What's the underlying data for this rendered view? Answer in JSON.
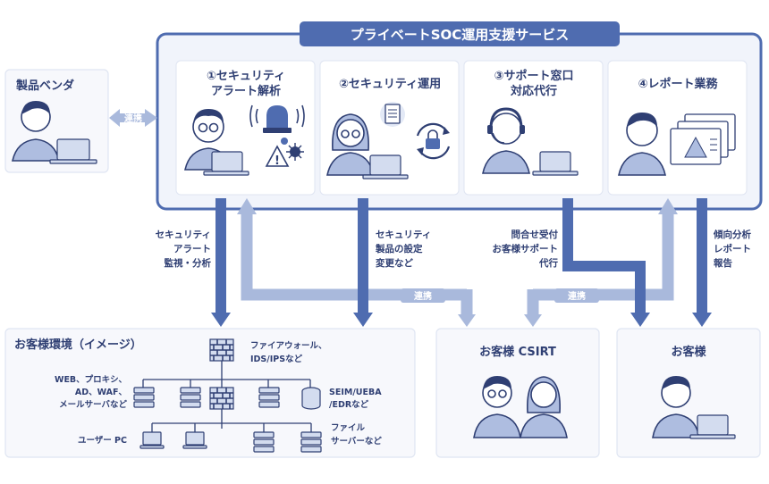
{
  "service": {
    "title": "プライベートSOC運用支援サービス"
  },
  "vendor": {
    "title": "製品ベンダ"
  },
  "badges": {
    "vendor_link": "連携",
    "link_left": "連携",
    "link_right": "連携"
  },
  "services": [
    {
      "line1": "①セキュリティ",
      "line2": "アラート解析"
    },
    {
      "line1": "②セキュリティ運用",
      "line2": ""
    },
    {
      "line1": "③サポート窓口",
      "line2": "対応代行"
    },
    {
      "line1": "④レポート業務",
      "line2": ""
    }
  ],
  "flows": {
    "f1": [
      "セキュリティ",
      "アラート",
      "監視・分析"
    ],
    "f2": [
      "セキュリティ",
      "製品の設定",
      "変更など"
    ],
    "f3": [
      "問合せ受付",
      "お客様サポート",
      "代行"
    ],
    "f4": [
      "傾向分析",
      "レポート",
      "報告"
    ]
  },
  "env": {
    "title": "お客様環境（イメージ）",
    "firewall": [
      "ファイアウォール、",
      "IDS/IPSなど"
    ],
    "web": [
      "WEB、プロキシ、",
      "AD、WAF、",
      "メールサーバなど"
    ],
    "siem": [
      "SEIM/UEBA",
      "/EDRなど"
    ],
    "pc": "ユーザー PC",
    "file": [
      "ファイル",
      "サーバーなど"
    ]
  },
  "csirt": {
    "title": "お客様 CSIRT"
  },
  "customer": {
    "title": "お客様"
  },
  "colors": {
    "primary": "#4f6cb0",
    "light": "#a9b9dc",
    "text": "#2f3f73",
    "panel": "#f1f4fb"
  }
}
